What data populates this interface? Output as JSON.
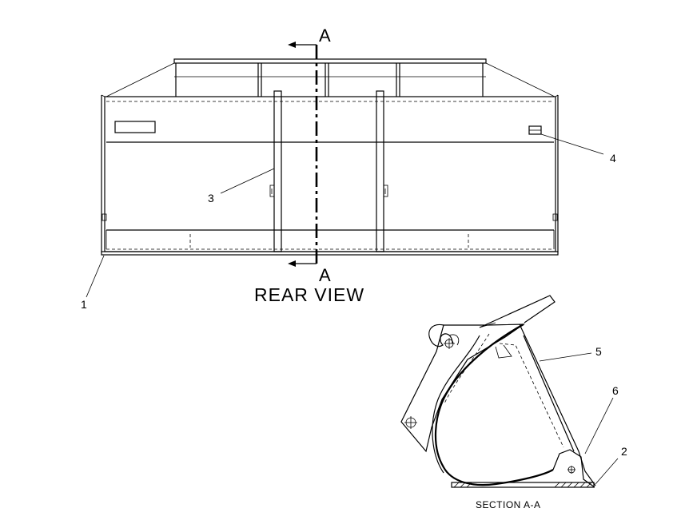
{
  "views": {
    "rear_view_title": "REAR VIEW",
    "section_title": "SECTION A-A"
  },
  "section_marker": {
    "top": "A",
    "bottom": "A"
  },
  "callouts": {
    "c1": "1",
    "c2": "2",
    "c3": "3",
    "c4": "4",
    "c5": "5",
    "c6": "6"
  }
}
